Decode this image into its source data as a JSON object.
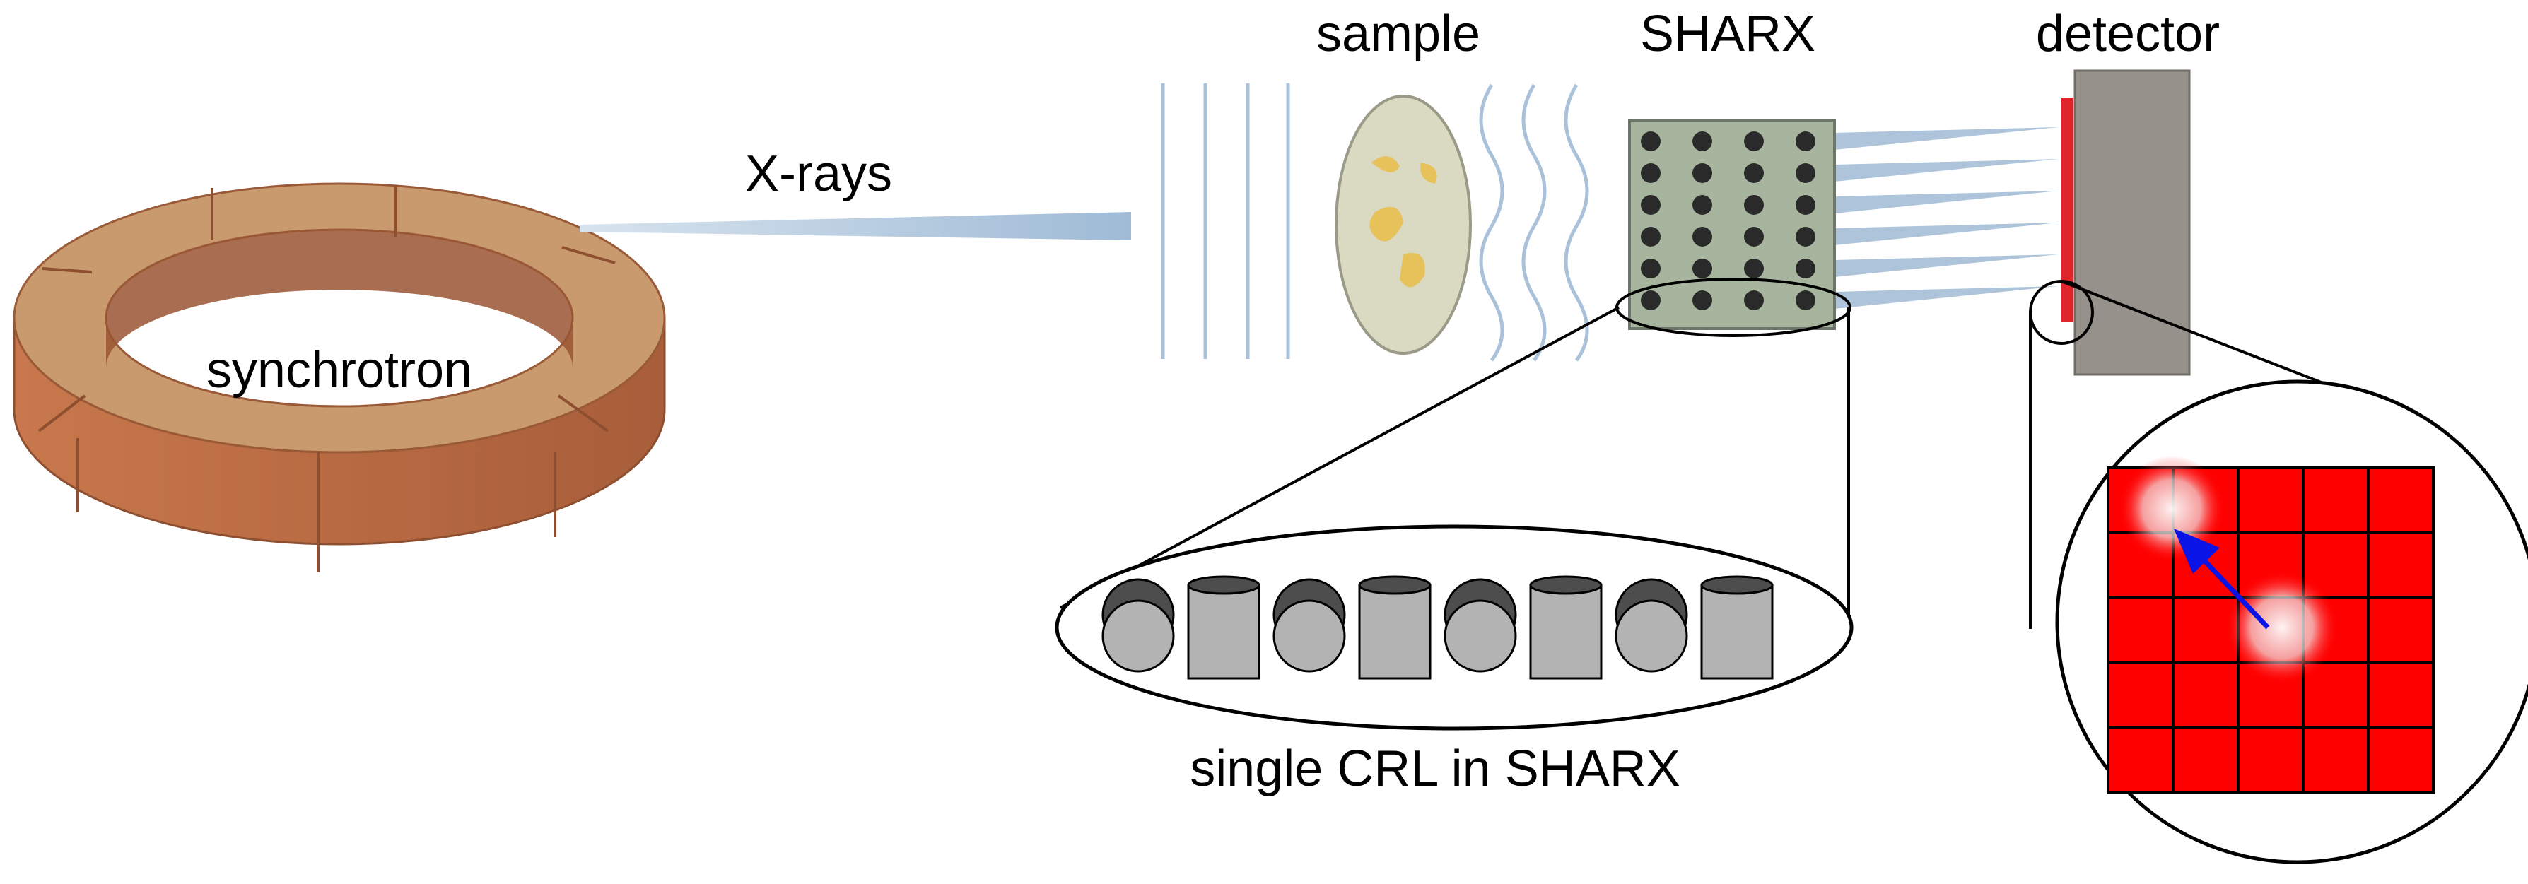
{
  "labels": {
    "synchrotron": "synchrotron",
    "xrays": "X-rays",
    "sample": "sample",
    "sharx": "SHARX",
    "detector": "detector",
    "crl_caption": "single CRL in SHARX"
  },
  "colors": {
    "ring_top": "#C99A6E",
    "ring_side": "#B8673F",
    "ring_inner": "#9A5533",
    "beam": "#A9C1D9",
    "wavefront": "#A9C1D9",
    "sample_fill": "#DAD9C1",
    "sample_spots": "#E7C15A",
    "sharx_fill": "#A8B59E",
    "lens_dot": "#2A2A2A",
    "detector_body": "#96918A",
    "detector_face": "#E0242C",
    "pixel_red": "#FF0000",
    "arrow": "#0A14E6",
    "crl_gray": "#B3B3B3",
    "crl_dark": "#4D4D4D"
  },
  "sharx_grid": {
    "rows": 6,
    "cols": 4
  },
  "pixel_grid": {
    "rows": 5,
    "cols": 5
  },
  "crl_elements": [
    "disc",
    "cylinder",
    "disc",
    "cylinder",
    "disc",
    "cylinder",
    "disc",
    "cylinder"
  ]
}
